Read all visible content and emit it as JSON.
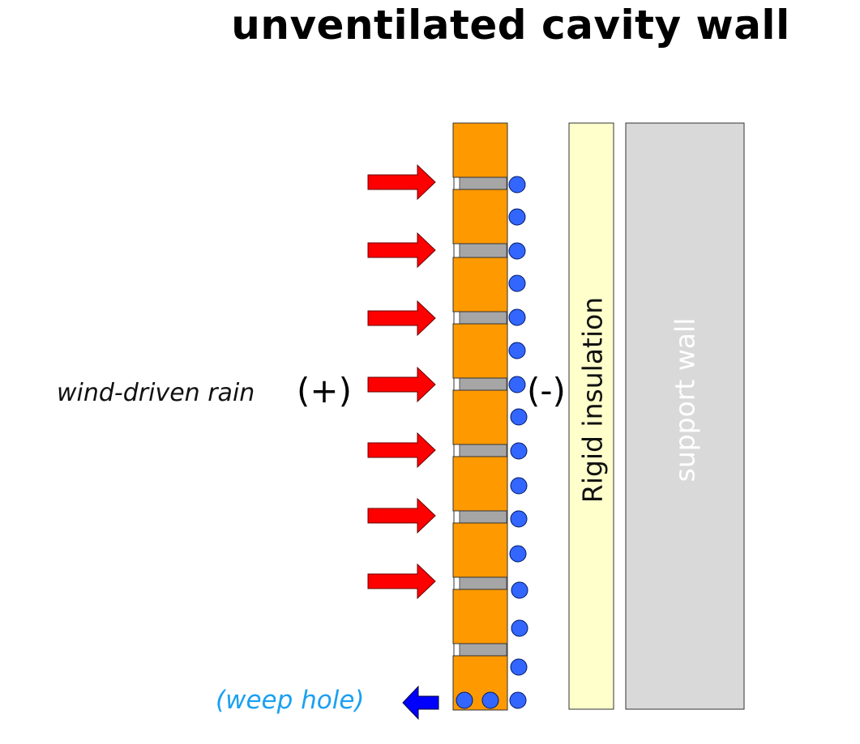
{
  "title": "unventilated cavity wall",
  "labels": {
    "rain": "wind-driven rain",
    "plus": "(+)",
    "minus": "(-)",
    "weep_hole": "(weep hole)",
    "insulation": "Rigid insulation",
    "support_wall": "support wall"
  },
  "colors": {
    "brick": "#fe9900",
    "mortar": "#a6a6a6",
    "rain_arrow": "#ff0000",
    "water_drop": "#3366ff",
    "weep_arrow": "#0000ff",
    "insulation": "#ffffcc",
    "support_wall": "#d9d9d9",
    "weep_text": "#1aa0f0"
  },
  "elements": {
    "bricks": 9,
    "rain_arrows": 7,
    "water_drops": 18
  }
}
